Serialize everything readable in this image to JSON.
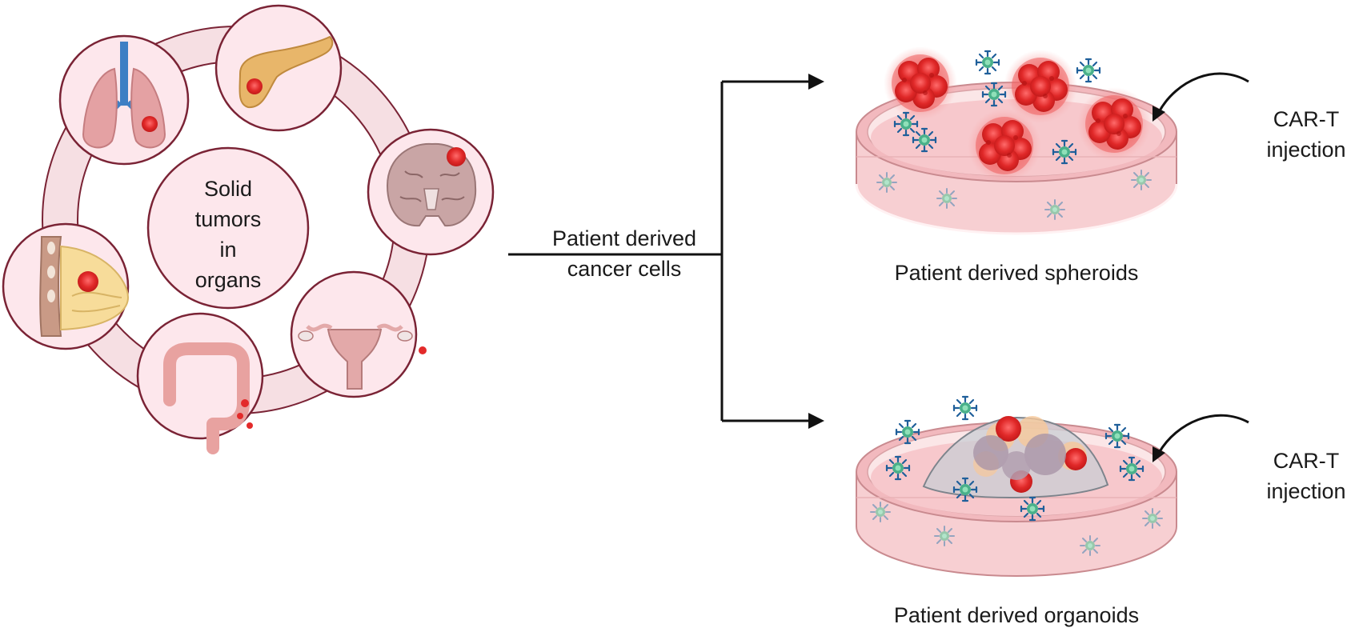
{
  "center_label": {
    "line1": "Solid",
    "line2": "tumors",
    "line3": "in",
    "line4": "organs"
  },
  "organs": [
    "lungs",
    "pancreas",
    "brain",
    "breast",
    "colon",
    "uterus"
  ],
  "arrow_label": {
    "line1": "Patient derived",
    "line2": "cancer cells"
  },
  "top_dish": {
    "caption": "Patient derived spheroids",
    "injection": {
      "line1": "CAR-T",
      "line2": "injection"
    }
  },
  "bottom_dish": {
    "caption": "Patient derived organoids",
    "injection": {
      "line1": "CAR-T",
      "line2": "injection"
    }
  },
  "colors": {
    "ring": "#f6dfe3",
    "ring_stroke": "#7a2335",
    "organ_circle": "#fde7ec",
    "tumor": "#e32a2a",
    "dish_fill": "#f7cfd2",
    "dish_rim": "#fbe6e7",
    "tcell": "#2a9a8e",
    "arrow": "#111111"
  }
}
